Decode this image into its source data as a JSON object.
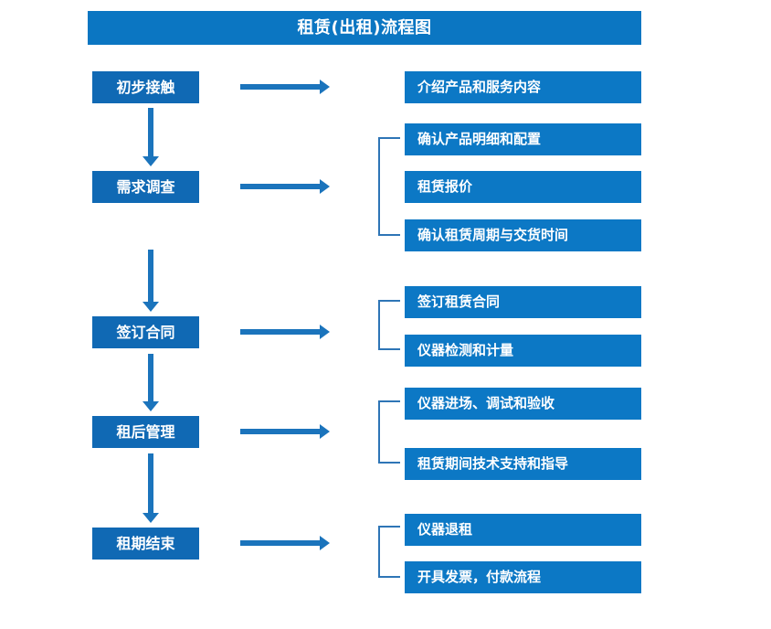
{
  "title": {
    "text": "租赁(出租)流程图",
    "bg_color": "#0B76C2",
    "text_color": "#FFFFFF"
  },
  "colors": {
    "stage_box": "#1069B4",
    "detail_box": "#0C78C5",
    "arrow": "#1B74BC",
    "bracket": "#2E75B6",
    "background": "#FFFFFF"
  },
  "chart_data": {
    "type": "diagram",
    "title": "租赁(出租)流程图",
    "orientation": "vertical-stage-with-right-details",
    "stages": [
      {
        "id": "stage-1",
        "label": "初步接触",
        "details": [
          "介绍产品和服务内容"
        ],
        "bracketed": false
      },
      {
        "id": "stage-2",
        "label": "需求调查",
        "details": [
          "确认产品明细和配置",
          "租赁报价",
          "确认租赁周期与交货时间"
        ],
        "bracketed": true
      },
      {
        "id": "stage-3",
        "label": "签订合同",
        "details": [
          "签订租赁合同",
          "仪器检测和计量"
        ],
        "bracketed": true
      },
      {
        "id": "stage-4",
        "label": "租后管理",
        "details": [
          "仪器进场、调试和验收",
          "租赁期间技术支持和指导"
        ],
        "bracketed": true
      },
      {
        "id": "stage-5",
        "label": "租期结束",
        "details": [
          "仪器退租",
          "开具发票，付款流程"
        ],
        "bracketed": true
      }
    ]
  },
  "stages": [
    {
      "label": "初步接触"
    },
    {
      "label": "需求调查"
    },
    {
      "label": "签订合同"
    },
    {
      "label": "租后管理"
    },
    {
      "label": "租期结束"
    }
  ],
  "details": [
    {
      "label": "介绍产品和服务内容"
    },
    {
      "label": "确认产品明细和配置"
    },
    {
      "label": "租赁报价"
    },
    {
      "label": "确认租赁周期与交货时间"
    },
    {
      "label": "签订租赁合同"
    },
    {
      "label": "仪器检测和计量"
    },
    {
      "label": "仪器进场、调试和验收"
    },
    {
      "label": "租赁期间技术支持和指导"
    },
    {
      "label": "仪器退租"
    },
    {
      "label": "开具发票，付款流程"
    }
  ]
}
